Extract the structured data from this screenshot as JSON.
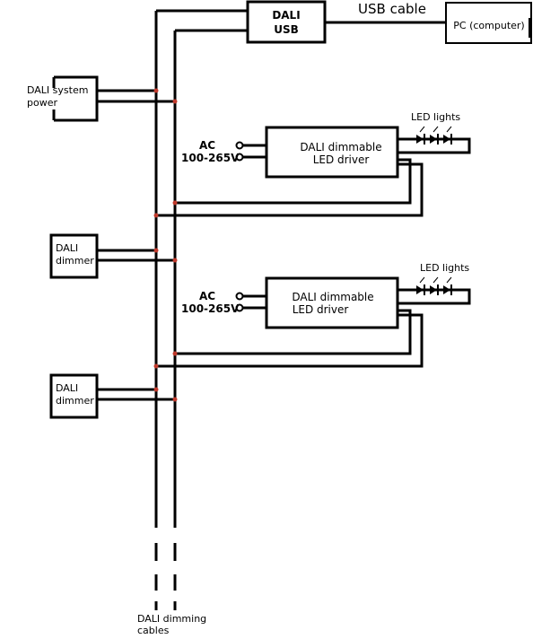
{
  "diagram": {
    "dali_usb": {
      "line1": "DALI",
      "line2": "USB"
    },
    "usb_cable_label": "USB cable",
    "pc_label": "PC (computer)",
    "power": {
      "line1": "DALI system",
      "line2": "power"
    },
    "drivers": [
      {
        "ac_label": "AC",
        "voltage_label": "100-265V",
        "driver_line1": "DALI dimmable",
        "driver_line2": "LED driver",
        "led_label": "LED lights"
      },
      {
        "ac_label": "AC",
        "voltage_label": "100-265V",
        "driver_line1": "DALI dimmable",
        "driver_line2": "LED driver",
        "led_label": "LED lights"
      }
    ],
    "dimmers": [
      {
        "line1": "DALI",
        "line2": "dimmer"
      },
      {
        "line1": "DALI",
        "line2": "dimmer"
      }
    ],
    "cables_label": {
      "line1": "DALI dimming",
      "line2": "cables"
    },
    "colors": {
      "line": "#000000",
      "junction": "#c0392b",
      "background": "#ffffff"
    }
  }
}
